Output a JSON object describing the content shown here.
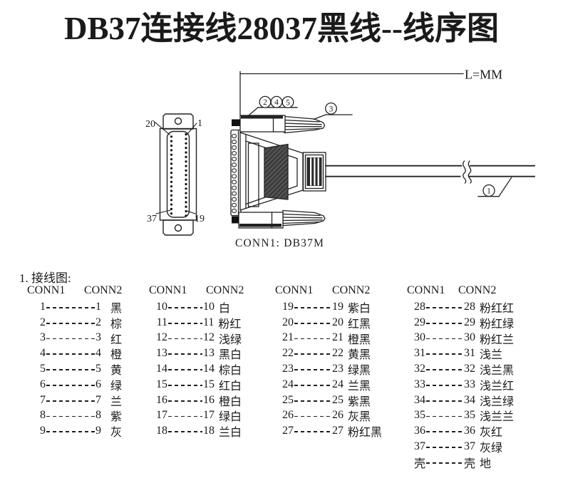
{
  "title": "DB37连接线28037黑线--线序图",
  "colors": {
    "ink": "#1a1a1a",
    "background": "#ffffff"
  },
  "diagram": {
    "dimension_label": "L=MM",
    "connector_caption": "CONN1: DB37M",
    "front_view_pins": {
      "top_left": "20",
      "top_right": "1",
      "bottom_left": "37",
      "bottom_right": "19"
    },
    "callouts": {
      "c1": "1",
      "c2": "2",
      "c3": "3",
      "c4": "4",
      "c5": "5"
    }
  },
  "wiring": {
    "section_label": "1. 接线图:",
    "conn1_header": "CONN1",
    "conn2_header": "CONN2",
    "columns": [
      {
        "rows": [
          {
            "from": "1",
            "to": "1",
            "color": "黑"
          },
          {
            "from": "2",
            "to": "2",
            "color": "棕"
          },
          {
            "from": "3",
            "to": "3",
            "color": "红"
          },
          {
            "from": "4",
            "to": "4",
            "color": "橙"
          },
          {
            "from": "5",
            "to": "5",
            "color": "黄"
          },
          {
            "from": "6",
            "to": "6",
            "color": "绿"
          },
          {
            "from": "7",
            "to": "7",
            "color": "兰"
          },
          {
            "from": "8",
            "to": "8",
            "color": "紫"
          },
          {
            "from": "9",
            "to": "9",
            "color": "灰"
          }
        ]
      },
      {
        "rows": [
          {
            "from": "10",
            "to": "10",
            "color": "白"
          },
          {
            "from": "11",
            "to": "11",
            "color": "粉红"
          },
          {
            "from": "12",
            "to": "12",
            "color": "浅绿"
          },
          {
            "from": "13",
            "to": "13",
            "color": "黑白"
          },
          {
            "from": "14",
            "to": "14",
            "color": "棕白"
          },
          {
            "from": "15",
            "to": "15",
            "color": "红白"
          },
          {
            "from": "16",
            "to": "16",
            "color": "橙白"
          },
          {
            "from": "17",
            "to": "17",
            "color": "绿白"
          },
          {
            "from": "18",
            "to": "18",
            "color": "兰白"
          }
        ]
      },
      {
        "rows": [
          {
            "from": "19",
            "to": "19",
            "color": "紫白"
          },
          {
            "from": "20",
            "to": "20",
            "color": "红黑"
          },
          {
            "from": "21",
            "to": "21",
            "color": "橙黑"
          },
          {
            "from": "22",
            "to": "22",
            "color": "黄黑"
          },
          {
            "from": "23",
            "to": "23",
            "color": "绿黑"
          },
          {
            "from": "24",
            "to": "24",
            "color": "兰黑"
          },
          {
            "from": "25",
            "to": "25",
            "color": "紫黑"
          },
          {
            "from": "26",
            "to": "26",
            "color": "灰黑"
          },
          {
            "from": "27",
            "to": "27",
            "color": "粉红黑"
          }
        ]
      },
      {
        "rows": [
          {
            "from": "28",
            "to": "28",
            "color": "粉红红"
          },
          {
            "from": "29",
            "to": "29",
            "color": "粉红绿"
          },
          {
            "from": "30",
            "to": "30",
            "color": "粉红兰"
          },
          {
            "from": "31",
            "to": "31",
            "color": "浅兰"
          },
          {
            "from": "32",
            "to": "32",
            "color": "浅兰黑"
          },
          {
            "from": "33",
            "to": "33",
            "color": "浅兰红"
          },
          {
            "from": "34",
            "to": "34",
            "color": "浅兰绿"
          },
          {
            "from": "35",
            "to": "35",
            "color": "浅兰兰"
          },
          {
            "from": "36",
            "to": "36",
            "color": "灰红"
          },
          {
            "from": "37",
            "to": "37",
            "color": "灰绿"
          },
          {
            "from": "壳",
            "to": "壳",
            "color": "地"
          }
        ]
      }
    ]
  }
}
